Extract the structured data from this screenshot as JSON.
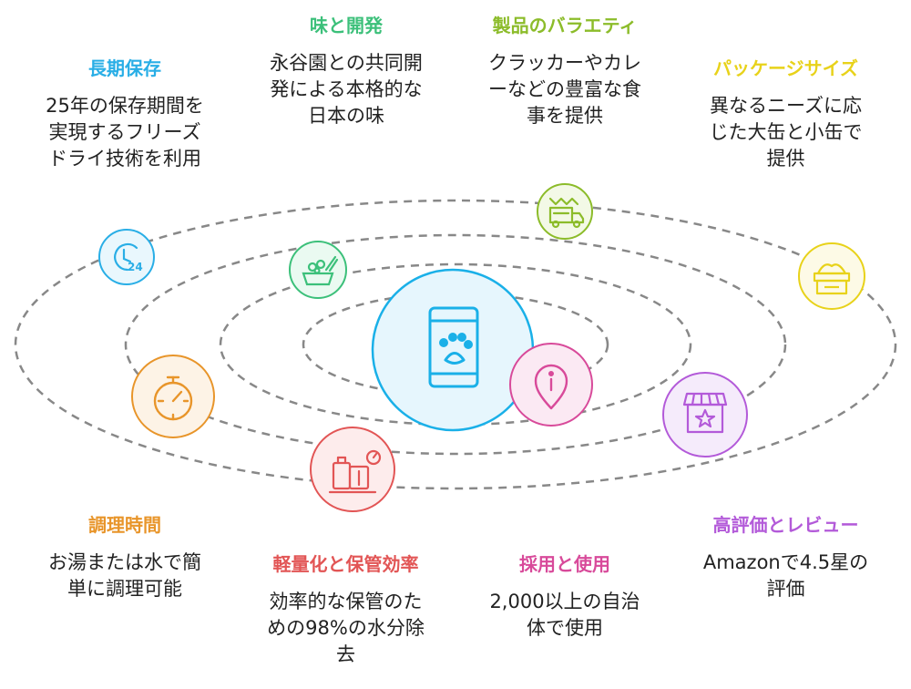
{
  "colors": {
    "orbit": "#888888",
    "center": "#1ab0e8",
    "center_fill": "#e6f6fd",
    "cyan": "#29aee6",
    "green": "#3cc07a",
    "olive": "#8cbc2a",
    "yellow": "#e8d21a",
    "orange": "#e8952a",
    "red": "#e25555",
    "pink": "#d84a9a",
    "purple": "#b35ad9"
  },
  "center_icon": "pet-food-can-icon",
  "items": [
    {
      "id": "long-storage",
      "title": "長期保存",
      "desc": "25年の保存期間を\n実現するフリーズ\nドライ技術を利用",
      "color": "cyan",
      "icon": "clock-24-icon"
    },
    {
      "id": "taste",
      "title": "味と開発",
      "desc": "永谷園との共同開\n発による本格的な\n日本の味",
      "color": "green",
      "icon": "food-bowl-icon"
    },
    {
      "id": "variety",
      "title": "製品のバラエティ",
      "desc": "クラッカーやカレ\nーなどの豊富な食\n事を提供",
      "color": "olive",
      "icon": "food-truck-icon"
    },
    {
      "id": "package-size",
      "title": "パッケージサイズ",
      "desc": "異なるニーズに応\nじた大缶と小缶で\n提供",
      "color": "yellow",
      "icon": "container-icon"
    },
    {
      "id": "cook-time",
      "title": "調理時間",
      "desc": "お湯または水で簡\n単に調理可能",
      "color": "orange",
      "icon": "stopwatch-icon"
    },
    {
      "id": "lightweight",
      "title": "軽量化と保管効率",
      "desc": "効率的な保管のた\nめの98%の水分除\n去",
      "color": "red",
      "icon": "luggage-scale-icon"
    },
    {
      "id": "adoption",
      "title": "採用と使用",
      "desc": "2,000以上の自治\n体で使用",
      "color": "pink",
      "icon": "info-pin-icon"
    },
    {
      "id": "reviews",
      "title": "高評価とレビュー",
      "desc": "Amazonで4.5星の\n評価",
      "color": "purple",
      "icon": "store-star-icon"
    }
  ]
}
